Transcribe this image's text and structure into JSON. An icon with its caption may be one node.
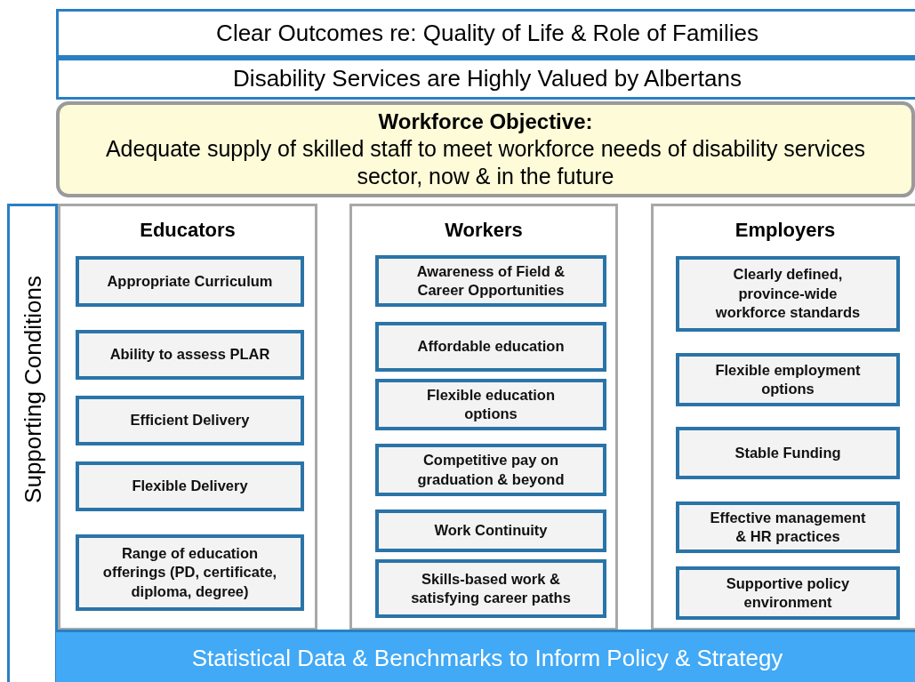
{
  "diagram": {
    "nodes": [
      {
        "text": [
          "Clear Outcomes re: Quality of Life & Role of Families"
        ]
      },
      {
        "text": [
          "Disability Services are Highly Valued by Albertans"
        ]
      },
      {
        "text": [
          "Workforce Objective:",
          "Adequate supply of skilled staff to meet workforce needs of disability services sector, now & in the future"
        ]
      },
      {
        "text": [
          "Supporting Conditions"
        ]
      },
      {
        "text": [
          "Educators"
        ]
      },
      {
        "text": [
          "Appropriate Curriculum"
        ],
        "in": 4
      },
      {
        "text": [
          "Ability to assess PLAR"
        ],
        "in": 4
      },
      {
        "text": [
          "Efficient Delivery"
        ],
        "in": 4
      },
      {
        "text": [
          "Flexible Delivery"
        ],
        "in": 4
      },
      {
        "text": [
          "Range of education offerings (PD, certificate, diploma, degree)"
        ],
        "in": 4
      },
      {
        "text": [
          "Workers"
        ]
      },
      {
        "text": [
          "Awareness of Field & Career Opportunities"
        ],
        "in": 10
      },
      {
        "text": [
          "Affordable education"
        ],
        "in": 10
      },
      {
        "text": [
          "Flexible education options"
        ],
        "in": 10
      },
      {
        "text": [
          "Competitive pay on graduation & beyond"
        ],
        "in": 10
      },
      {
        "text": [
          "Work Continuity"
        ],
        "in": 10
      },
      {
        "text": [
          "Skills-based work & satisfying career paths"
        ],
        "in": 10
      },
      {
        "text": [
          "Employers"
        ]
      },
      {
        "text": [
          "Clearly defined, province-wide workforce standards"
        ],
        "in": 17
      },
      {
        "text": [
          "Flexible employment options"
        ],
        "in": 17
      },
      {
        "text": [
          "Stable Funding"
        ],
        "in": 17
      },
      {
        "text": [
          "Effective management & HR practices"
        ],
        "in": 17
      },
      {
        "text": [
          "Supportive policy environment"
        ],
        "in": 17
      },
      {
        "text": [
          "Statistical Data & Benchmarks to Inform Policy & Strategy"
        ]
      }
    ]
  }
}
